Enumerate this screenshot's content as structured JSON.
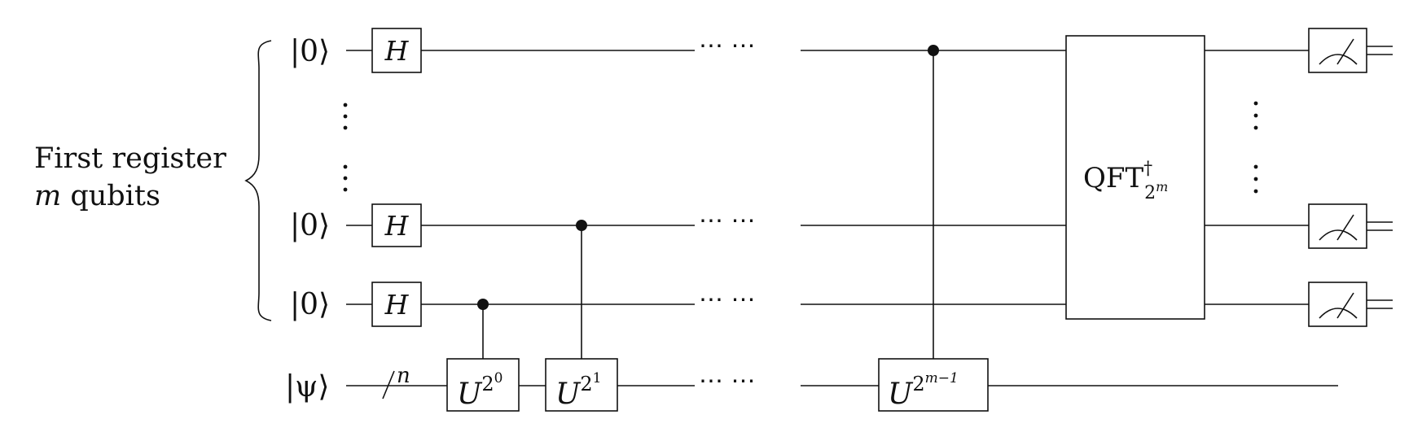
{
  "register": {
    "line1": "First register",
    "line2_var": "m",
    "line2_rest": " qubits"
  },
  "qubits": [
    {
      "ket": "|0⟩",
      "gate": "H"
    },
    {
      "ket": "|0⟩",
      "gate": "H"
    },
    {
      "ket": "|0⟩",
      "gate": "H"
    }
  ],
  "target": {
    "ket": "|ψ⟩",
    "bundle": "n"
  },
  "dots": "⋯ ⋯",
  "controlled_gates": [
    {
      "base": "U",
      "exp_base": "2",
      "exp_sup": "0"
    },
    {
      "base": "U",
      "exp_base": "2",
      "exp_sup": "1"
    },
    {
      "base": "U",
      "exp_base": "2",
      "exp_sup": "m−1"
    }
  ],
  "qft": {
    "text": "QFT",
    "sup": "†",
    "sub_base": "2",
    "sub_sup": "m"
  }
}
